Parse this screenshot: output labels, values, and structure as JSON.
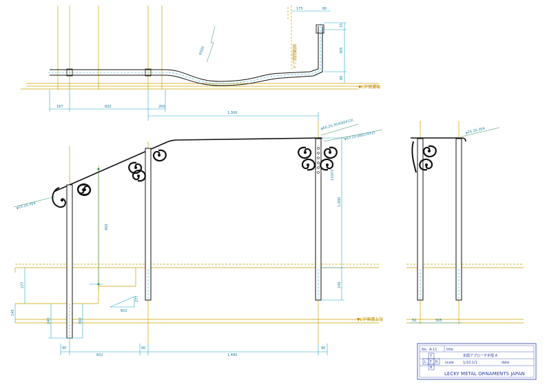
{
  "plan": {
    "dims": {
      "d167": "167",
      "d602": "602",
      "d200": "200",
      "d175": "175",
      "d80": "80",
      "d15": "15",
      "d305": "305",
      "d80b": "80",
      "rad": "R500"
    },
    "note_vertical": "ドア開閉範囲",
    "label_right": "▼L字側溝端"
  },
  "elevation": {
    "dim_1300": "1,300",
    "callout_top": "φ60.20.304(60X13)",
    "callout_right": "φ53.20.060(14X2)",
    "callout_left": "φ10.20.304",
    "dim_1000": "1,000",
    "dim_900": "900",
    "dim_240": "240",
    "dim_277": "277",
    "dim_145": "145",
    "dim_240b": "240",
    "dim_300": "300",
    "dim_133": "133X3",
    "dim_602slope": "602",
    "dim_277b": "277",
    "label_ground": "▼L字側溝上端",
    "bottom": {
      "d90a": "90",
      "d602": "602",
      "d90b": "90",
      "d1480": "1,480",
      "d90c": "90"
    }
  },
  "side": {
    "callout": "φ25.20.304",
    "d50": "50",
    "d305": "305"
  },
  "title_block": {
    "no_label": "No.",
    "no_value": "A-11",
    "title_label": "title",
    "title_value": "玄関アプローチ手摺 A",
    "scale_label": "scale",
    "scale_value": "1/10,1/1",
    "date_label": "date",
    "date_value": "",
    "company": "LECKY METAL ORNAMENTS JAPAN",
    "view_t": "T",
    "view_l": "L",
    "view_f": "F",
    "view_r": "R",
    "view_b": "B"
  }
}
